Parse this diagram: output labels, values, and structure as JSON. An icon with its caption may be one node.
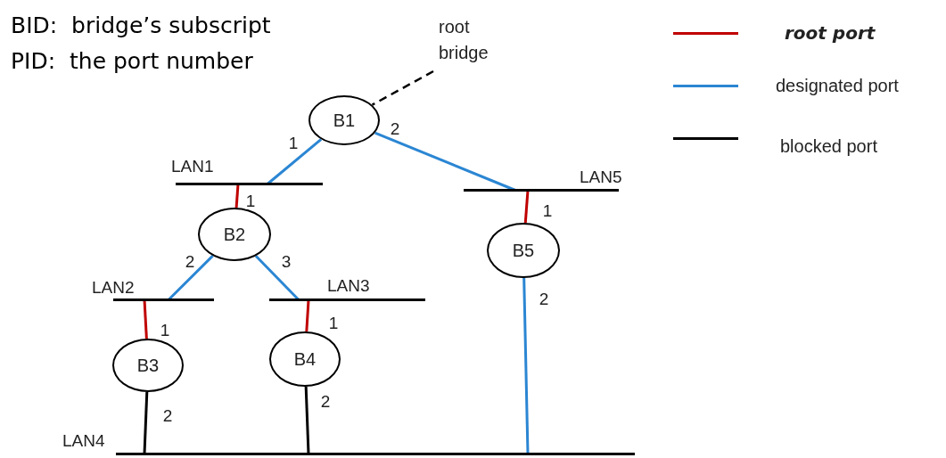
{
  "diagram": {
    "nodes": [
      {
        "text": [
          "B1"
        ]
      },
      {
        "text": [
          "root bridge"
        ]
      },
      {
        "text": [
          "LAN1"
        ]
      },
      {
        "text": [
          "B2"
        ]
      },
      {
        "text": [
          "LAN2"
        ]
      },
      {
        "text": [
          "LAN3"
        ]
      },
      {
        "text": [
          "B3"
        ]
      },
      {
        "text": [
          "B4"
        ]
      },
      {
        "text": [
          "LAN5"
        ]
      },
      {
        "text": [
          "B5"
        ]
      },
      {
        "text": [
          "LAN4"
        ]
      }
    ],
    "edges": [
      {
        "from": 0,
        "to": 2,
        "arrow": "none",
        "label": "1"
      },
      {
        "from": 0,
        "to": 8,
        "arrow": "none",
        "label": "2"
      },
      {
        "from": 2,
        "to": 3,
        "arrow": "none",
        "label": "1",
        "color": "#c00000"
      },
      {
        "from": 3,
        "to": 4,
        "arrow": "none",
        "label": "2"
      },
      {
        "from": 3,
        "to": 5,
        "arrow": "none",
        "label": "3"
      },
      {
        "from": 4,
        "to": 6,
        "arrow": "none",
        "label": "1",
        "color": "#c00000"
      },
      {
        "from": 5,
        "to": 7,
        "arrow": "none",
        "label": "1",
        "color": "#c00000"
      },
      {
        "from": 8,
        "to": 9,
        "arrow": "none",
        "label": "1",
        "color": "#c00000"
      },
      {
        "from": 6,
        "to": 10,
        "arrow": "none",
        "label": "2",
        "color": "#000000"
      },
      {
        "from": 7,
        "to": 10,
        "arrow": "none",
        "label": "2",
        "color": "#000000"
      },
      {
        "from": 9,
        "to": 10,
        "arrow": "none",
        "label": "2"
      },
      {
        "from": 1,
        "to": 0,
        "arrow": "none",
        "style": "dashed",
        "color": "#000000"
      }
    ],
    "labels": [
      "BID:  bridge’s subscript",
      "PID:  the port number"
    ],
    "legend": [
      {
        "text": "root port",
        "color": "#c00000"
      },
      {
        "text": "designated port",
        "color": "#2b86d3"
      },
      {
        "text": "blocked port",
        "color": "#000000"
      }
    ]
  }
}
